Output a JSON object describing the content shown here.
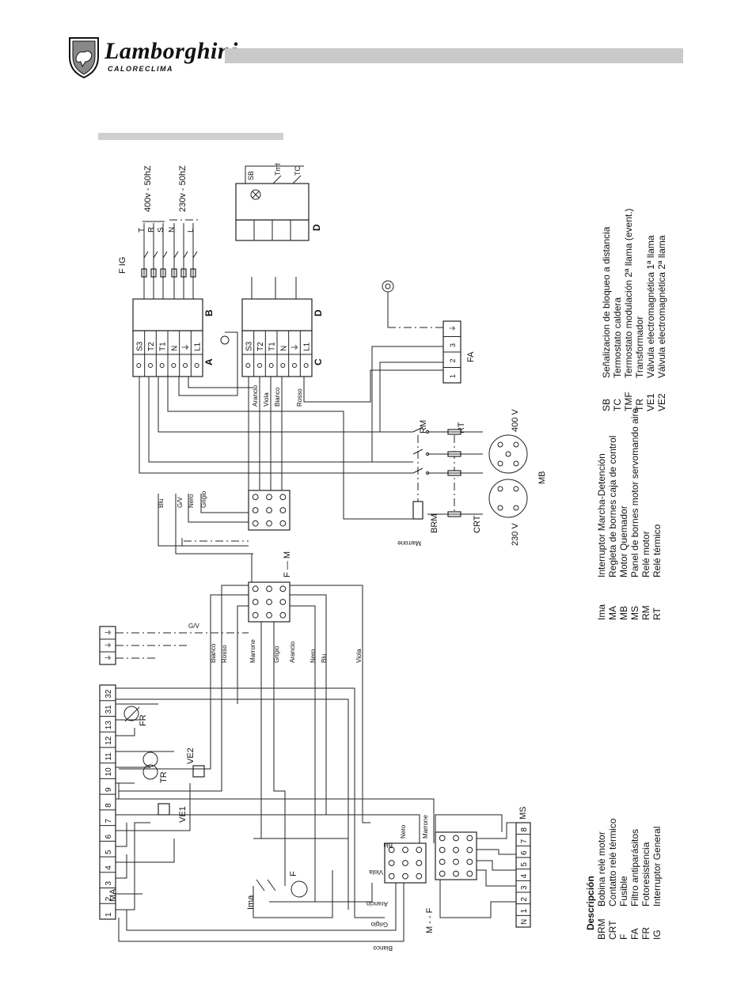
{
  "header": {
    "brand": "Lamborghini",
    "sub_brand": "CALORECLIMA"
  },
  "diagram": {
    "terminal_groups": {
      "A": "A",
      "B": "B",
      "C": "C",
      "D": "D"
    },
    "terminals_a": [
      "S3",
      "T2",
      "T1",
      "N",
      "⏚",
      "L1"
    ],
    "terminals_c": [
      "S3",
      "T2",
      "T1",
      "N",
      "⏚",
      "L1"
    ],
    "ma_label": "MA",
    "ma_terminals": [
      "1",
      "2",
      "3",
      "4",
      "5",
      "6",
      "7",
      "8",
      "9",
      "10",
      "11",
      "12",
      "13",
      "31",
      "32"
    ],
    "ms_label": "MS",
    "ms_terminals": [
      "N",
      "1",
      "2",
      "3",
      "4",
      "5",
      "6",
      "7",
      "8"
    ],
    "fa_label": "FA",
    "fa_terminals": [
      "1",
      "2",
      "3",
      "⏚"
    ],
    "f_ig_label": "F   IG",
    "supply_400": "400v - 50hZ",
    "supply_230": "230v - 50hZ",
    "phases_400": [
      "T",
      "R",
      "S"
    ],
    "phases_230": [
      "N",
      "L"
    ],
    "d_labels": [
      "SB",
      "Tmf",
      "TC"
    ],
    "motor_labels": [
      "400 V",
      "230 V",
      "MB"
    ],
    "relay_labels": [
      "RM",
      "RT",
      "BRM",
      "CRT"
    ],
    "component_labels": [
      "FR",
      "TR",
      "VE2",
      "VE1",
      "Ima",
      "F"
    ],
    "f_m_top": "F — M",
    "f_m_bottom": "M - - F",
    "wire_colors_c": [
      "Arancio",
      "Viola",
      "Bianco",
      "Rosso"
    ],
    "wire_colors_left_top": [
      "Blu",
      "G/V",
      "Nero",
      "Grigio"
    ],
    "wire_colors_mid": [
      "Bianco",
      "Rosso",
      "Marrone",
      "Grigio",
      "Arancio",
      "Nero",
      "Blu",
      "Viola"
    ],
    "wire_gv": "G/V",
    "wire_marrone": "Marrone",
    "wire_colors_bottom": [
      "Nero",
      "Marrone",
      "Blu",
      "Viola",
      "Arancio",
      "Grigio",
      "Bianco"
    ]
  },
  "legend": {
    "title": "Descripción",
    "col1": [
      {
        "code": "BRM",
        "text": "Bobina relé motor"
      },
      {
        "code": "CRT",
        "text": "Contatto relé térmico"
      },
      {
        "code": "F",
        "text": "Fusible"
      },
      {
        "code": "FA",
        "text": "Filtro antiparásitos"
      },
      {
        "code": "FR",
        "text": "Fotoresistencia"
      },
      {
        "code": "IG",
        "text": "Interruptor General"
      }
    ],
    "col2": [
      {
        "code": "Ima",
        "text": "Interruptor Marcha-Detención"
      },
      {
        "code": "MA",
        "text": "Regleta de bornes caja de control"
      },
      {
        "code": "MB",
        "text": "Motor Quemador"
      },
      {
        "code": "MS",
        "text": "Panel de bornes motor servomando aire"
      },
      {
        "code": "RM",
        "text": "Relé motor"
      },
      {
        "code": "RT",
        "text": "Relé térmico"
      }
    ],
    "col3": [
      {
        "code": "SB",
        "text": "Señalizacion de bloqueo a distancia"
      },
      {
        "code": "TC",
        "text": "Termostato caldera"
      },
      {
        "code": "TMF",
        "text": "Termostato modulación 2ª llama (event.)"
      },
      {
        "code": "TR",
        "text": "Transformador"
      },
      {
        "code": "VE1",
        "text": "Válvula electromagnética 1ª llama"
      },
      {
        "code": "VE2",
        "text": "Válvula electromagnética 2ª llama"
      }
    ]
  }
}
